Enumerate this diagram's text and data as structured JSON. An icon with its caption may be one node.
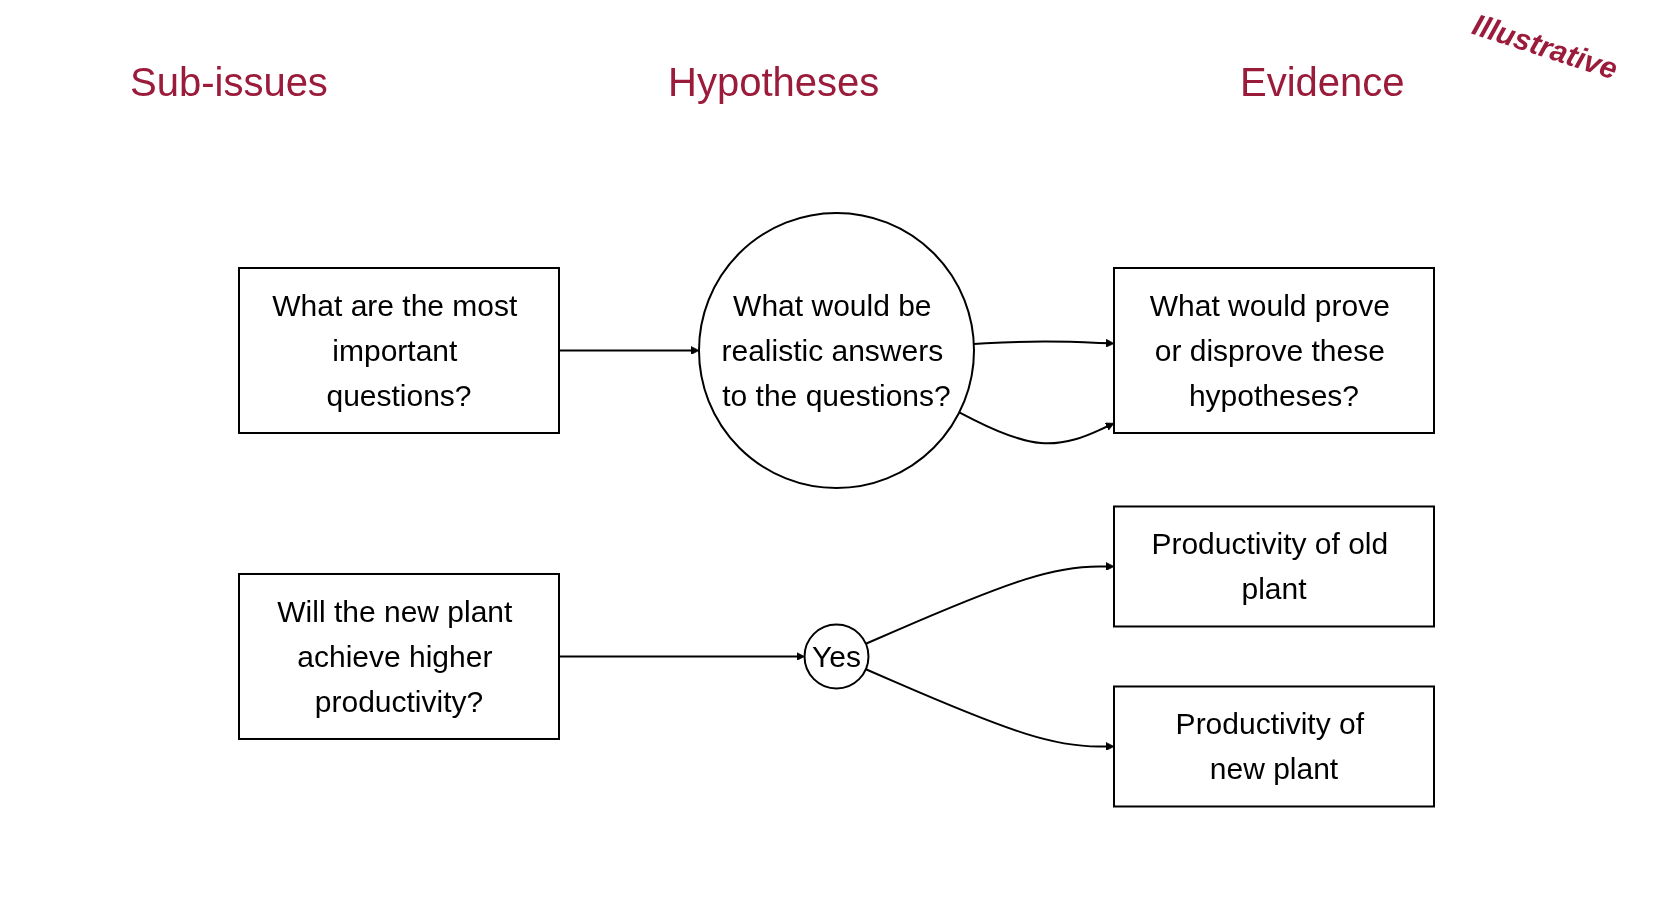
{
  "diagram": {
    "nodes": [
      {
        "text": [
          "What are the most important questions?"
        ]
      },
      {
        "text": [
          "What would be realistic answers to the questions?"
        ]
      },
      {
        "text": [
          "What would prove or disprove these hypotheses?"
        ]
      },
      {
        "text": [
          "Will the new plant achieve higher productivity?"
        ]
      },
      {
        "text": [
          "Yes"
        ]
      },
      {
        "text": [
          "Productivity of old plant"
        ]
      },
      {
        "text": [
          "Productivity of new plant"
        ]
      }
    ],
    "edges": [
      {
        "from": 0,
        "to": 1,
        "arrow": "to"
      },
      {
        "from": 1,
        "to": 2,
        "arrow": "to"
      },
      {
        "from": 1,
        "to": 2,
        "arrow": "to"
      },
      {
        "from": 3,
        "to": 4,
        "arrow": "to"
      },
      {
        "from": 4,
        "to": 5,
        "arrow": "to"
      },
      {
        "from": 4,
        "to": 6,
        "arrow": "to"
      }
    ],
    "labels": [
      "Illustrative",
      "Sub-issues",
      "Hypotheses",
      "Evidence"
    ]
  }
}
